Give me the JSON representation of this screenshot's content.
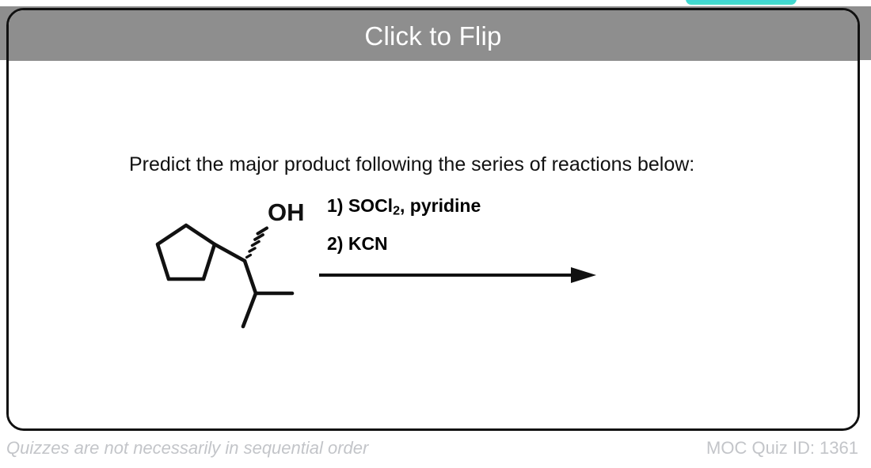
{
  "card": {
    "header_title": "Click to Flip",
    "header_bg": "#8e8e8e",
    "header_text_color": "#ffffff",
    "border_color": "#111111",
    "body_bg": "#ffffff"
  },
  "top_pill": {
    "icon": "rounded-pill",
    "color_left": "#3aa7e8",
    "color_right": "#45dcc9"
  },
  "question": {
    "prompt": "Predict the major product following the series of reactions below:"
  },
  "reaction": {
    "reagents": [
      {
        "step": "1)",
        "text": "SOCl",
        "sub": "2",
        "text_after": ", pyridine",
        "full": "1) SOCl2, pyridine"
      },
      {
        "step": "2)",
        "text": "KCN",
        "sub": "",
        "text_after": "",
        "full": "2) KCN"
      }
    ],
    "arrow": "reaction-arrow-right",
    "starting_material": {
      "name": "1-cyclopentyl-2-methylpropan-1-ol",
      "labels": [
        "OH"
      ],
      "stereo_bond": "hashed-wedge",
      "ring": "cyclopentane",
      "substituent": "isopropyl"
    }
  },
  "footer": {
    "note": "Quizzes are not necessarily in sequential order",
    "quiz_id_label": "MOC Quiz ID: 1361",
    "text_color": "#c3c5c9"
  }
}
